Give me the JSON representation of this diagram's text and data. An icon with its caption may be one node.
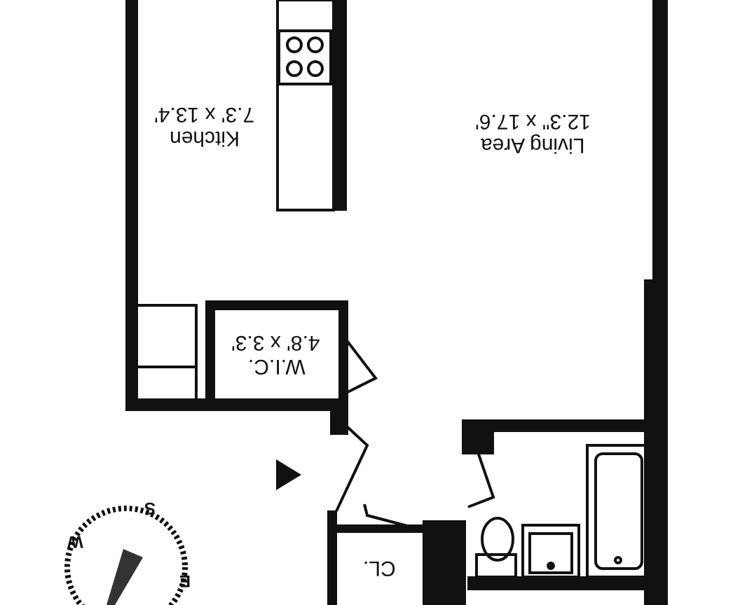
{
  "diagram": {
    "nodes": [
      {
        "text": [
          "Kitchen",
          "7.3' x 13.4'"
        ]
      },
      {
        "text": [
          "Living Area",
          "12.3\" x 17.6'"
        ]
      },
      {
        "text": [
          "W.I.C.",
          "4.8' x 3.3'"
        ]
      },
      {
        "text": [
          "CL."
        ]
      }
    ],
    "labels": [
      "S",
      "W",
      "E"
    ]
  }
}
